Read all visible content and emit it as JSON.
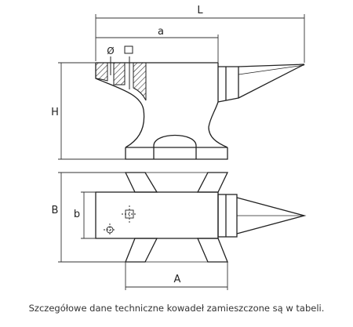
{
  "drawing": {
    "labels": {
      "L": "L",
      "a": "a",
      "H": "H",
      "B": "B",
      "b": "b",
      "A": "A",
      "round_hole_symbol": "Ø",
      "square_hole_symbol": "□"
    }
  },
  "caption": "Szczegółowe dane techniczne kowadeł zamieszczone są w tabeli."
}
